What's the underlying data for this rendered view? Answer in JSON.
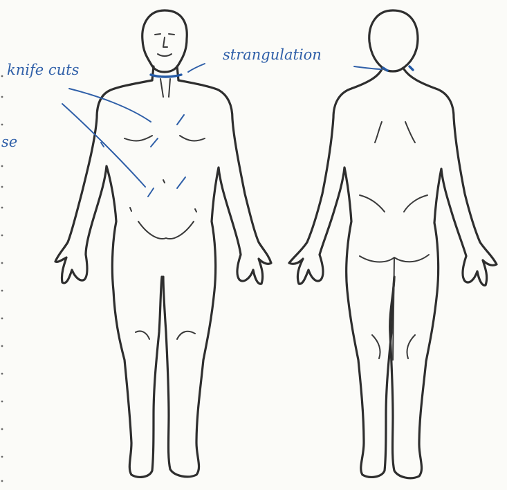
{
  "annotations": {
    "knife_cuts": "knife cuts",
    "strangulation": "strangulation",
    "partial_margin_text": "se"
  },
  "colors": {
    "ink": "#2f5fa8",
    "outline": "#2e2e2e",
    "paper": "#fbfbf8"
  },
  "figures": [
    "front-view",
    "back-view"
  ]
}
